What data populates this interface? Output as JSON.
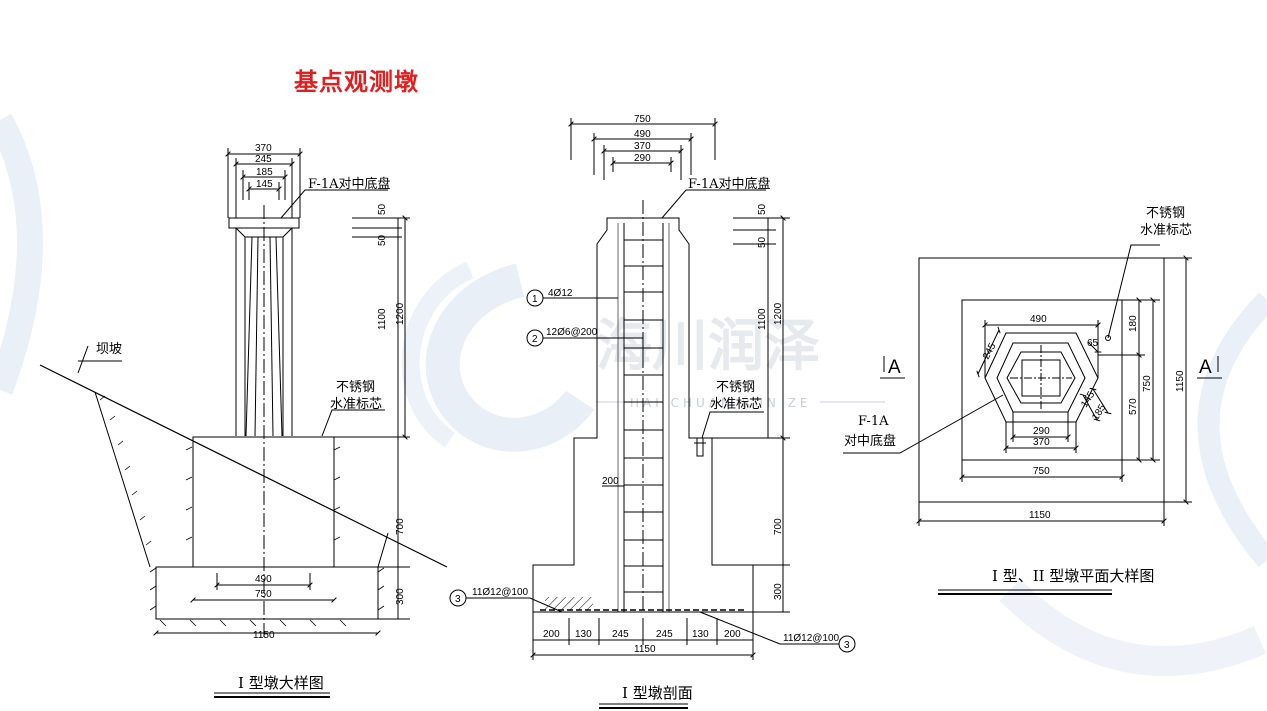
{
  "title": "基点观测墩",
  "watermark": {
    "cn": "海川润泽",
    "en": "HAI CHUAN RUN ZE"
  },
  "colors": {
    "title": "#e02020",
    "line": "#000000",
    "watermark": "#c8d6e8"
  },
  "left": {
    "caption": "I 型墩大样图",
    "top_dims": [
      "370",
      "245",
      "185",
      "145"
    ],
    "label_disk": "F-1A对中底盘",
    "label_slope": "坝坡",
    "label_marker": [
      "不锈钢",
      "水准标芯"
    ],
    "right_dims": [
      "50",
      "50",
      "1100",
      "1200",
      "700",
      "300"
    ],
    "bottom_dims": [
      "490",
      "750",
      "1150"
    ]
  },
  "middle": {
    "caption": "I 型墩剖面",
    "top_dims": [
      "750",
      "490",
      "370",
      "290"
    ],
    "label_disk": "F-1A对中底盘",
    "label_marker": [
      "不锈钢",
      "水准标芯"
    ],
    "right_dims": [
      "50",
      "50",
      "1100",
      "1200",
      "700",
      "300"
    ],
    "callouts": [
      {
        "num": "1",
        "text": "4Ø12"
      },
      {
        "num": "2",
        "text": "12Ø6@200"
      },
      {
        "num": "3",
        "text": "11Ø12@100"
      },
      {
        "num": "3",
        "text": "11Ø12@100"
      }
    ],
    "spacing_label": "200",
    "bottom_dims": [
      "200",
      "130",
      "245",
      "245",
      "130",
      "200"
    ],
    "total_dim": "1150"
  },
  "right": {
    "caption": "I 型、II 型墩平面大样图",
    "section_mark": "A",
    "label_marker": [
      "不锈钢",
      "水准标芯"
    ],
    "label_disk": [
      "F-1A",
      "对中底盘"
    ],
    "dims": {
      "d490": "490",
      "d245": "245",
      "d65": "65",
      "d180": "180",
      "d750v": "750",
      "d570": "570",
      "d1150v": "1150",
      "d145": "145",
      "d185": "185",
      "d290": "290",
      "d370": "370",
      "d750h": "750",
      "d1150h": "1150"
    }
  }
}
